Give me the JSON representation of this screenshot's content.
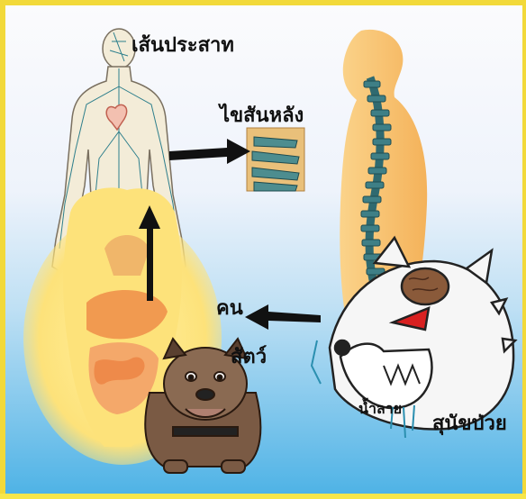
{
  "labels": {
    "nerves": "เส้นประสาท",
    "spinal_cord": "ไขสันหลัง",
    "human": "คน",
    "animal": "สัตว์",
    "saliva": "น้ำลาย",
    "sick_dog": "สุนัขป่วย"
  },
  "colors": {
    "frame": "#f2d93a",
    "body_orange": "#f7c06a",
    "spine_teal": "#3e7f86",
    "torso_yellow": "#fde27a",
    "arrow": "#111111",
    "dog_brown": "#7a5a44",
    "eye_red": "#d82020"
  }
}
